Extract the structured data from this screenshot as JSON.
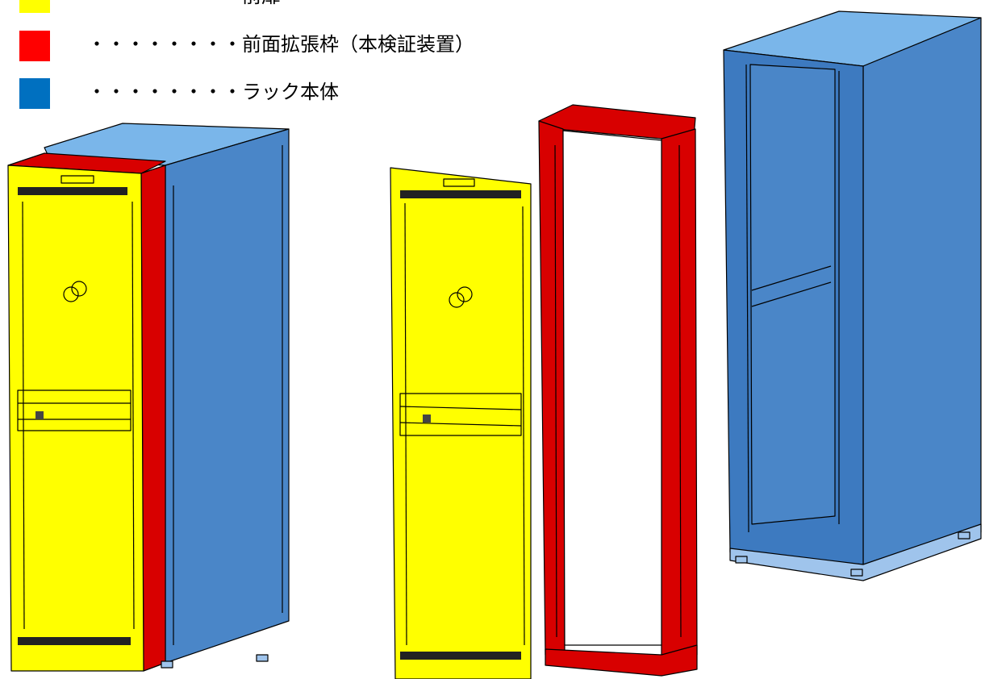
{
  "legend": [
    {
      "label": "・・・・・・・・前扉",
      "color": "#ffff00"
    },
    {
      "label": "・・・・・・・・前面拡張枠（本検証装置）",
      "color": "#ff0000"
    },
    {
      "label": "・・・・・・・・ラック本体",
      "color": "#0070c0"
    }
  ],
  "colors": {
    "door_yellow": "#ffff00",
    "frame_red": "#d80000",
    "body_blue": "#4a86c8",
    "body_light": "#6aa8e0",
    "outline": "#000000"
  }
}
